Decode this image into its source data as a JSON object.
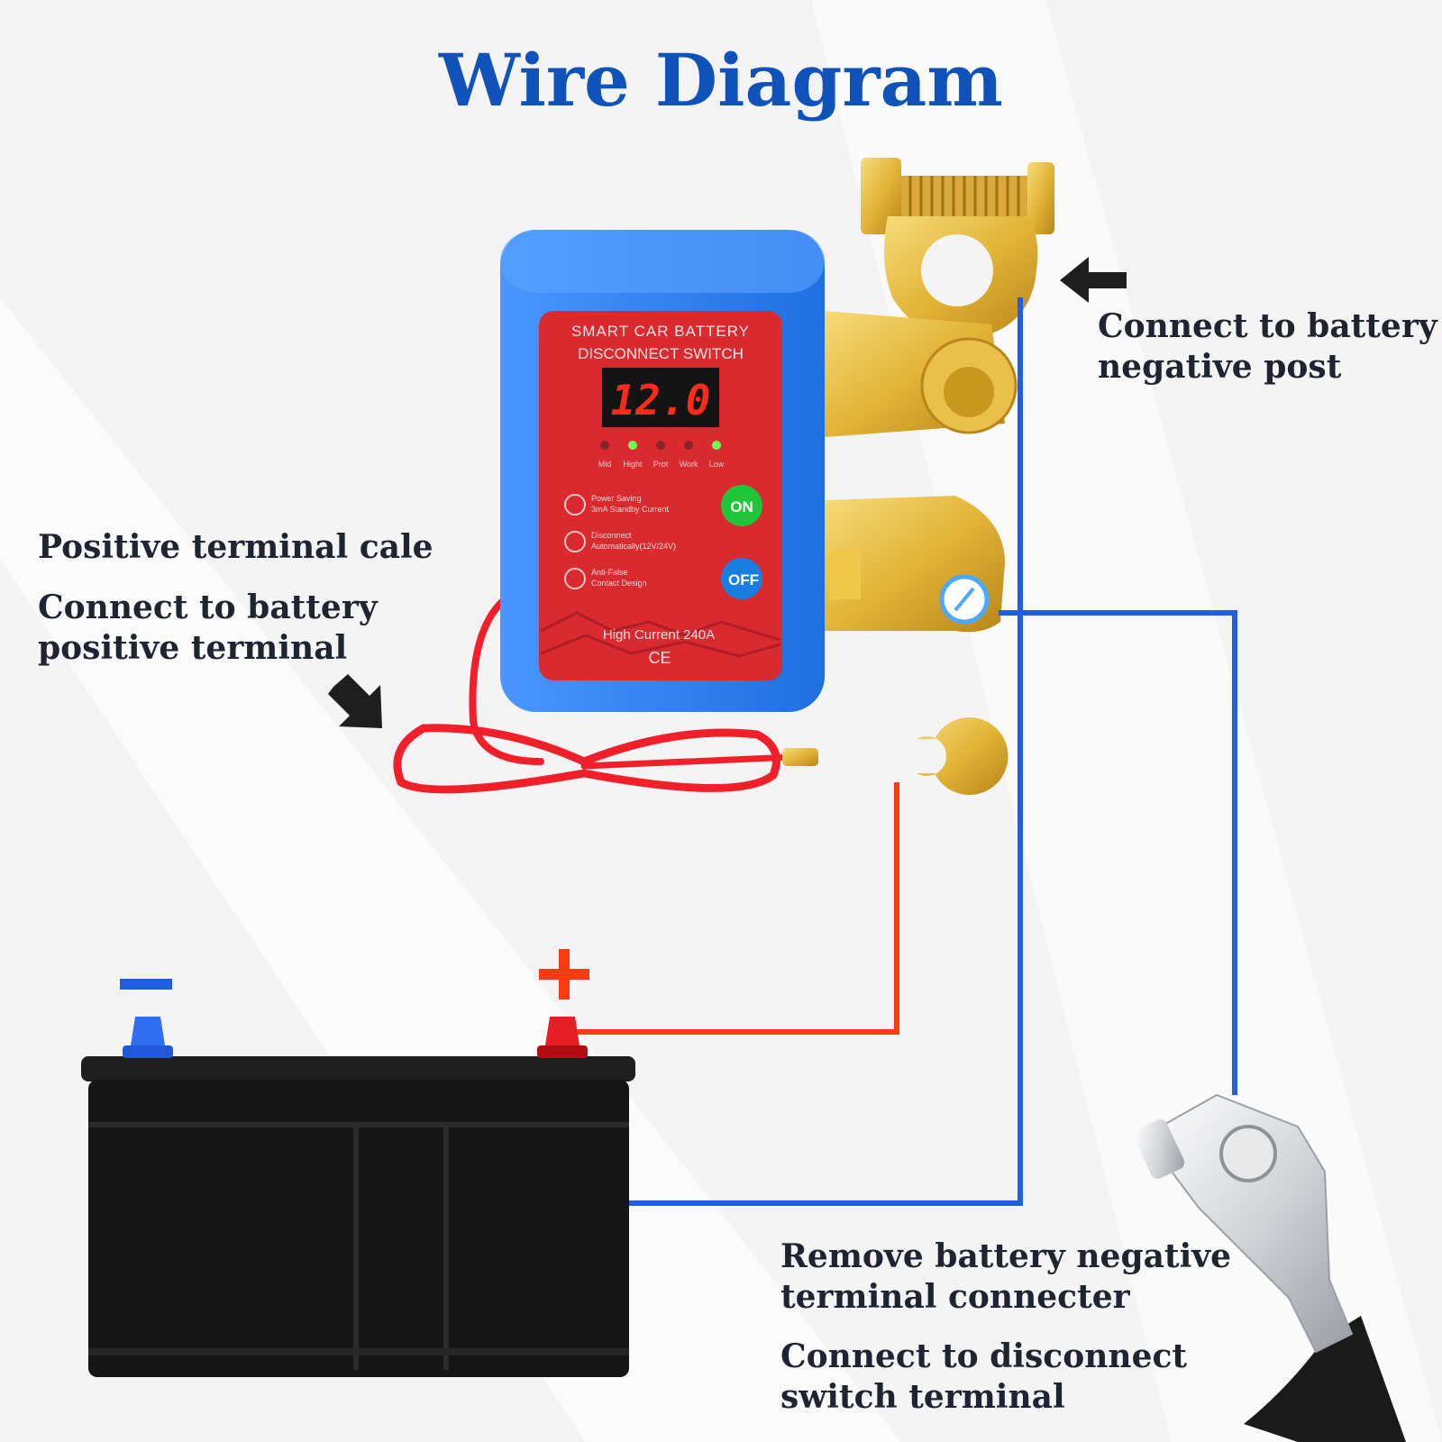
{
  "title": "Wire Diagram",
  "labels": {
    "negative_post": [
      "Connect to battery",
      "negative post"
    ],
    "positive_heading": "Positive terminal cale",
    "positive_terminal": [
      "Connect to battery",
      "positive terminal"
    ],
    "remove_connector": [
      "Remove battery negative",
      "terminal connecter"
    ],
    "connect_switch": [
      "Connect to disconnect",
      "switch terminal"
    ]
  },
  "device": {
    "name_line1": "SMART CAR BATTERY",
    "name_line2": "DISCONNECT SWITCH",
    "display_value": "12.0",
    "indicators": [
      "Mid",
      "Hight",
      "Prot",
      "Work",
      "Low"
    ],
    "indicator_states": [
      false,
      true,
      false,
      false,
      true
    ],
    "features": [
      [
        "Power Saving",
        "3mA Standby Current"
      ],
      [
        "Disconnect",
        "Automatically(12V/24V)"
      ],
      [
        "Anti-False",
        "Contact Design"
      ]
    ],
    "on_label": "ON",
    "off_label": "OFF",
    "current_rating": "High Current 240A",
    "ce_mark": "CE"
  },
  "battery": {
    "negative_symbol": "−",
    "positive_symbol": "+"
  },
  "colors": {
    "title": "#0f52b9",
    "negative_wire": "#1f5fe0",
    "positive_wire": "#ff3b14",
    "device_body": "#2f7fe8",
    "device_panel": "#d82a2f",
    "brass": "#e2b437",
    "battery": "#161616"
  }
}
